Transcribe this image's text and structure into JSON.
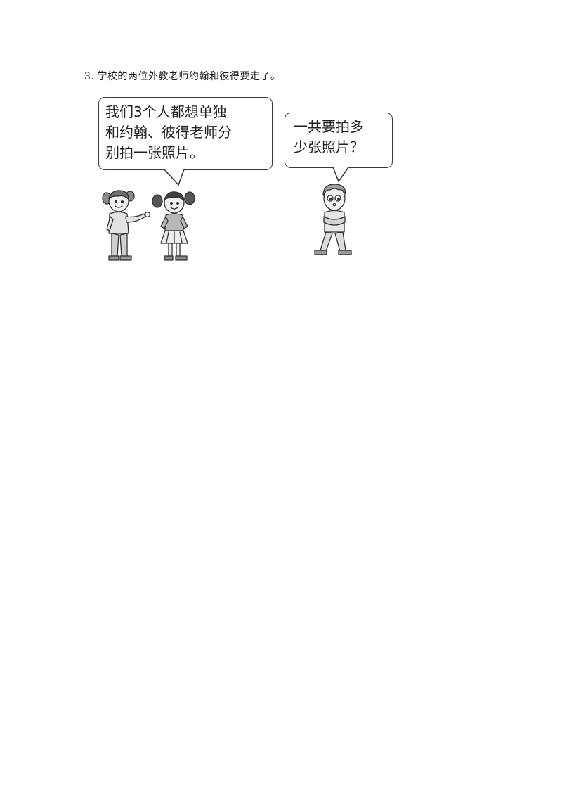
{
  "problem": {
    "number": "3.",
    "text": "学校的两位外教老师约翰和彼得要走了。"
  },
  "bubbles": {
    "girls": {
      "lines": [
        "我们3个人都想单独",
        "和约翰、彼得老师分",
        "别拍一张照片。"
      ]
    },
    "boy": {
      "lines": [
        "一共要拍多",
        "少张照片？"
      ]
    }
  }
}
